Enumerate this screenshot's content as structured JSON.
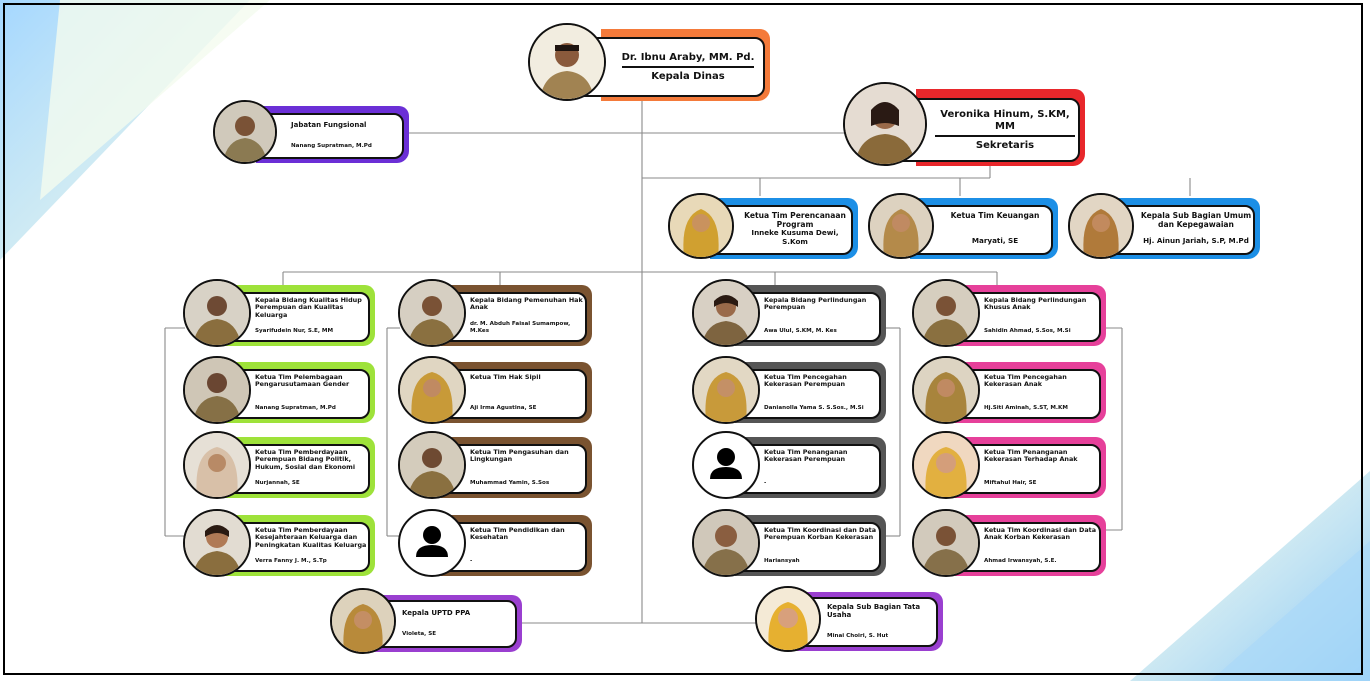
{
  "colors": {
    "orange": "#f47a3a",
    "red": "#e8272b",
    "purple": "#6b2fd6",
    "blue": "#1c8fe6",
    "lime": "#9ee23a",
    "brown": "#7a5330",
    "gray": "#555555",
    "pink": "#e6409a",
    "violet": "#9a3fd0",
    "line": "#8a8a8a"
  },
  "head": {
    "name": "Dr. Ibnu Araby, MM. Pd.",
    "title": "Kepala Dinas"
  },
  "secretary": {
    "name": "Veronika Hinum, S.KM, MM",
    "title": "Sekretaris"
  },
  "functional": {
    "title": "Jabatan Fungsional",
    "name": "Nanang Supratman, M.Pd"
  },
  "secretariat": [
    {
      "title": "Ketua Tim Perencanaan Program",
      "name": "Inneke Kusuma Dewi, S.Kom"
    },
    {
      "title": "Ketua Tim Keuangan",
      "name": "Maryati, SE"
    },
    {
      "title": "Kepala Sub Bagian Umum dan Kepegawaian",
      "name": "Hj. Ainun Jariah, S.P, M.Pd"
    }
  ],
  "col1": [
    {
      "title": "Kepala Bidang Kualitas Hidup Perempuan dan Kualitas Keluarga",
      "name": "Syarifudein Nur, S.E, MM"
    },
    {
      "title": "Ketua Tim Pelembagaan Pengarusutamaan Gender",
      "name": "Nanang Supratman, M.Pd"
    },
    {
      "title": "Ketua Tim Pemberdayaan Perempuan Bidang Politik, Hukum, Sosial dan Ekonomi",
      "name": "Nurjannah, SE"
    },
    {
      "title": "Ketua Tim Pemberdayaan Kesejahteraan Keluarga dan Peningkatan Kualitas Keluarga",
      "name": "Verra Fanny J. M., S.Tp"
    }
  ],
  "col2": [
    {
      "title": "Kepala Bidang Pemenuhan Hak Anak",
      "name": "dr. M. Abduh Faisal Sumampow, M.Kes"
    },
    {
      "title": "Ketua Tim Hak Sipil",
      "name": "Aji Irma Agustina, SE"
    },
    {
      "title": "Ketua Tim Pengasuhan dan Lingkungan",
      "name": "Muhammad Yamin, S.Sos"
    },
    {
      "title": "Ketua Tim Pendidikan dan Kesehatan",
      "name": "-"
    }
  ],
  "col3": [
    {
      "title": "Kepala Bidang Perlindungan Perempuan",
      "name": "Awa Ulul, S.KM, M. Kes"
    },
    {
      "title": "Ketua Tim Pencegahan Kekerasan Perempuan",
      "name": "Danianolla Yama S. S.Sos., M.Si"
    },
    {
      "title": "Ketua Tim Penanganan Kekerasan Perempuan",
      "name": "-"
    },
    {
      "title": "Ketua Tim Koordinasi dan Data Perempuan Korban Kekerasan",
      "name": "Hariansyah"
    }
  ],
  "col4": [
    {
      "title": "Kepala Bidang Perlindungan Khusus Anak",
      "name": "Sahidin Ahmad, S.Sos, M.Si"
    },
    {
      "title": "Ketua Tim Pencegahan Kekerasan Anak",
      "name": "Hj.Siti Aminah, S.ST, M.KM"
    },
    {
      "title": "Ketua Tim Penanganan Kekerasan Terhadap Anak",
      "name": "Miftahul Hair, SE"
    },
    {
      "title": "Ketua Tim Koordinasi dan Data Anak Korban Kekerasan",
      "name": "Ahmad Irwansyah, S.E."
    }
  ],
  "uptd": {
    "title": "Kepala UPTD PPA",
    "name": "Violeta, SE"
  },
  "tu": {
    "title": "Kepala Sub Bagian Tata Usaha",
    "name": "Minai Choiri, S. Hut"
  }
}
